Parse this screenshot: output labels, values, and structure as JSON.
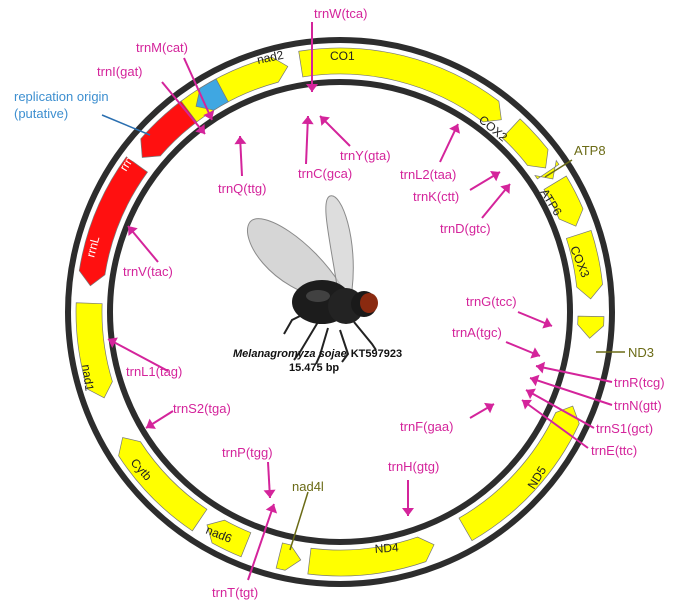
{
  "species": "Melanagromyza sojae",
  "accession": "KT597923",
  "length": "15.475 bp",
  "genes": {
    "nad2": "nad2",
    "co1": "CO1",
    "cox2": "COX2",
    "atp6": "ATP6",
    "cox3": "COX3",
    "nd5": "ND5",
    "nd4": "ND4",
    "nad6": "nad6",
    "cytb": "Cytb",
    "nad1": "nad1",
    "rrnl": "rrnL",
    "rrns": "rrnS"
  },
  "olive_labels": {
    "atp8": "ATP8",
    "nd3": "ND3",
    "nad4l": "nad4l"
  },
  "replication_origin": {
    "line1": "replication origin",
    "line2": "(putative)"
  },
  "trna": {
    "trnW": "trnW(tca)",
    "trnM": "trnM(cat)",
    "trnI": "trnI(gat)",
    "trnY": "trnY(gta)",
    "trnC": "trnC(gca)",
    "trnQ": "trnQ(ttg)",
    "trnL2": "trnL2(taa)",
    "trnK": "trnK(ctt)",
    "trnD": "trnD(gtc)",
    "trnV": "trnV(tac)",
    "trnG": "trnG(tcc)",
    "trnA": "trnA(tgc)",
    "trnR": "trnR(tcg)",
    "trnN": "trnN(gtt)",
    "trnS1": "trnS1(gct)",
    "trnE": "trnE(ttc)",
    "trnL1": "trnL1(tag)",
    "trnS2": "trnS2(tga)",
    "trnF": "trnF(gaa)",
    "trnH": "trnH(gtg)",
    "trnP": "trnP(tgg)",
    "trnT": "trnT(tgt)"
  },
  "colors": {
    "protein_gene": "#ffff00",
    "rrna_gene": "#ff1010",
    "control_region": "#3fa7e2",
    "trna": "#d4249b",
    "ring": "#2d2d2d"
  }
}
